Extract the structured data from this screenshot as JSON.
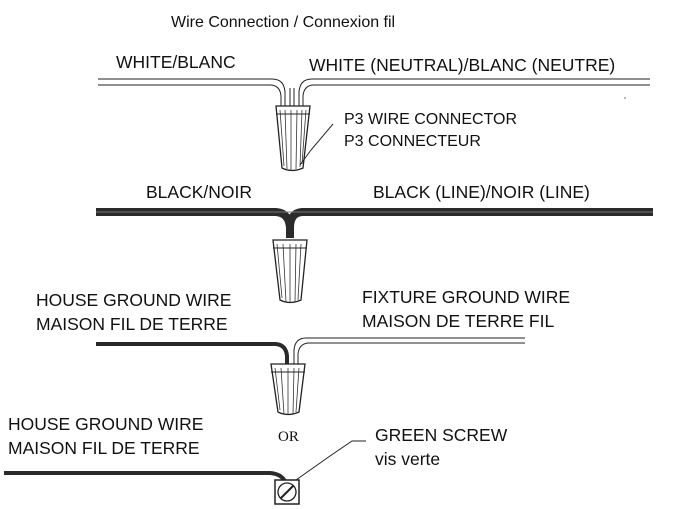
{
  "title": "Wire Connection / Connexion fil",
  "white_section": {
    "left_label": "WHITE/BLANC",
    "right_label": "WHITE (NEUTRAL)/BLANC (NEUTRE)",
    "connector_label_line1": "P3 WIRE CONNECTOR",
    "connector_label_line2": "P3 CONNECTEUR"
  },
  "black_section": {
    "left_label": "BLACK/NOIR",
    "right_label": "BLACK (LINE)/NOIR (LINE)"
  },
  "ground_section": {
    "house_line1": "HOUSE GROUND WIRE",
    "house_line2": "MAISON FIL DE TERRE",
    "fixture_line1": "FIXTURE GROUND WIRE",
    "fixture_line2": "MAISON DE TERRE FIL",
    "or_label": "OR"
  },
  "screw_section": {
    "house_line1": "HOUSE GROUND WIRE",
    "house_line2": "MAISON FIL DE TERRE",
    "screw_line1": "GREEN SCREW",
    "screw_line2": "vis verte"
  }
}
